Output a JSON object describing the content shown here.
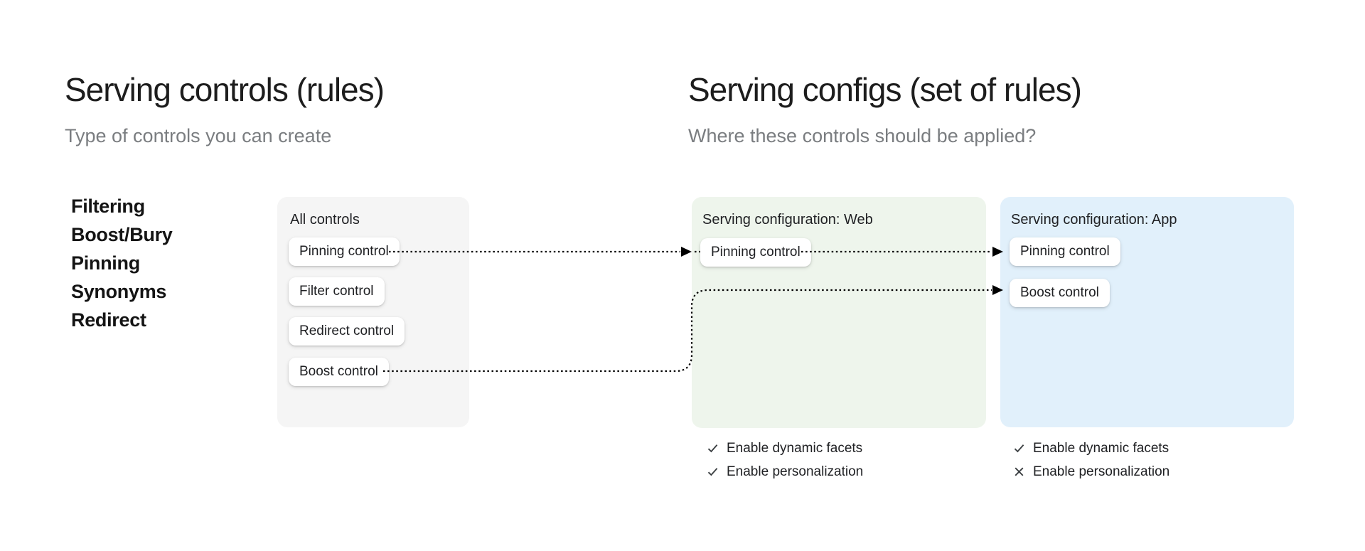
{
  "left_section": {
    "title": "Serving controls (rules)",
    "subtitle": "Type of controls you can create",
    "control_types": [
      "Filtering",
      "Boost/Bury",
      "Pinning",
      "Synonyms",
      "Redirect"
    ]
  },
  "right_section": {
    "title": "Serving configs (set of rules)",
    "subtitle": "Where these controls should be applied?"
  },
  "all_controls_card": {
    "label": "All controls",
    "controls": [
      "Pinning control",
      "Filter control",
      "Redirect control",
      "Boost control"
    ]
  },
  "web_config_card": {
    "label": "Serving configuration: Web",
    "controls": [
      "Pinning control"
    ],
    "features": [
      {
        "name": "Enable dynamic facets",
        "enabled": true,
        "icon": "check-icon"
      },
      {
        "name": "Enable personalization",
        "enabled": true,
        "icon": "check-icon"
      }
    ]
  },
  "app_config_card": {
    "label": "Serving configuration: App",
    "controls": [
      "Pinning control",
      "Boost control"
    ],
    "features": [
      {
        "name": "Enable dynamic facets",
        "enabled": true,
        "icon": "check-icon"
      },
      {
        "name": "Enable personalization",
        "enabled": false,
        "icon": "x-icon"
      }
    ]
  },
  "flows": [
    {
      "from": "all-controls/pinning-control",
      "to": "web-config/pinning-control",
      "style": "dotted-arrow"
    },
    {
      "from": "web-config/pinning-control",
      "to": "app-config/pinning-control",
      "style": "dotted-arrow"
    },
    {
      "from": "all-controls/boost-control",
      "to": "app-config/boost-control",
      "style": "dotted-arrow"
    }
  ],
  "colors": {
    "neutral_card_bg": "#f5f5f5",
    "web_card_bg": "#eef5ec",
    "app_card_bg": "#e1f0fb",
    "chip_bg": "#ffffff",
    "heading_text": "#1d1d1d",
    "subtitle_text": "#7a7d80",
    "body_text": "#202124",
    "arrow": "#000000",
    "feature_icon": "#3c4043"
  }
}
